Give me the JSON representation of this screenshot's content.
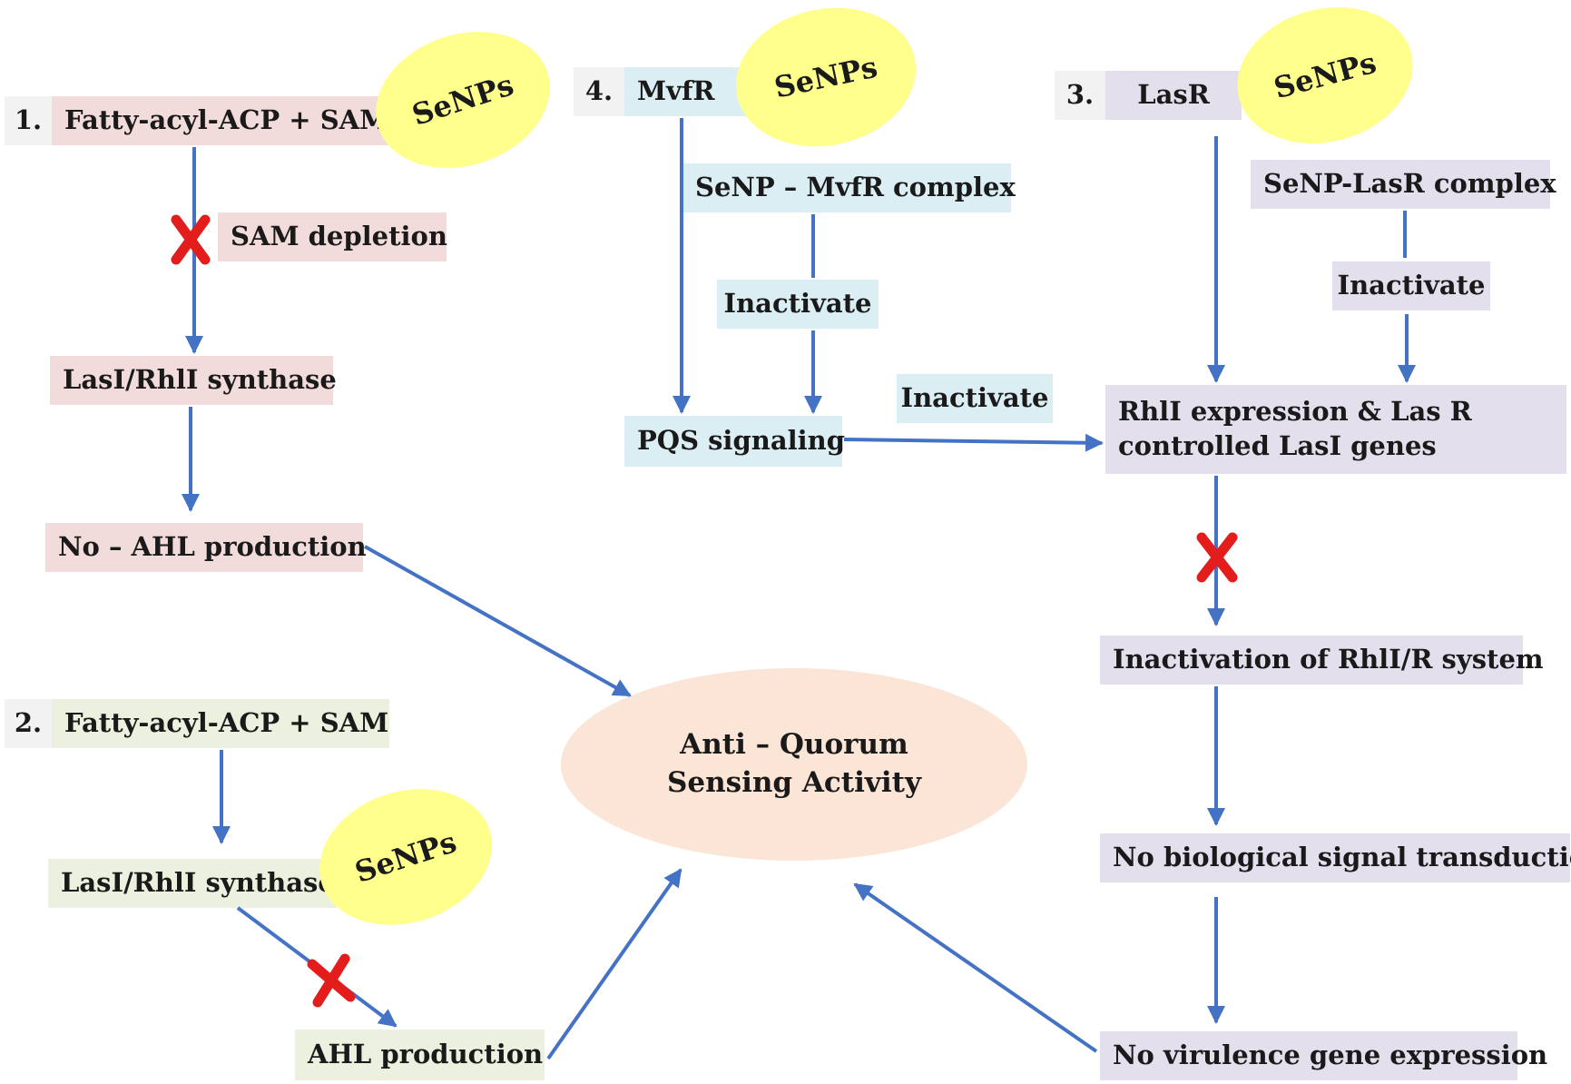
{
  "pathways": {
    "p1": {
      "number": "1.",
      "substrate": "Fatty-acyl-ACP + SAM",
      "nanoparticle": "SeNPs",
      "depletion": "SAM depletion",
      "synthase": "LasI/RhlI synthase",
      "outcome": "No – AHL production"
    },
    "p2": {
      "number": "2.",
      "substrate": "Fatty-acyl-ACP + SAM",
      "synthase": "LasI/RhlI synthase",
      "nanoparticle": "SeNPs",
      "product": "AHL production"
    },
    "p3": {
      "number": "3.",
      "regulator": "LasR",
      "nanoparticle": "SeNPs",
      "complex": "SeNP-LasR complex",
      "inactivate": "Inactivate",
      "expression_line1": "RhlI expression & Las R",
      "expression_line2": "controlled LasI genes",
      "inactivation": "Inactivation of RhlI/R system",
      "no_signal": "No biological signal transduction",
      "no_virulence": "No virulence gene expression"
    },
    "p4": {
      "number": "4.",
      "regulator": "MvfR",
      "nanoparticle": "SeNPs",
      "complex": "SeNP – MvfR complex",
      "inactivate": "Inactivate",
      "signaling": "PQS signaling",
      "inactivate_link": "Inactivate"
    }
  },
  "center": {
    "line1": "Anti – Quorum",
    "line2": "Sensing Activity"
  },
  "colors": {
    "arrow": "#4472c4",
    "block_mark": "#e31c1c",
    "nanoparticle": "#ffff8c",
    "pathway1": "#f2dcdb",
    "pathway2": "#ebf1de",
    "pathway3": "#e4dfec",
    "pathway4": "#dbeef4",
    "center": "#fbe5d6"
  }
}
